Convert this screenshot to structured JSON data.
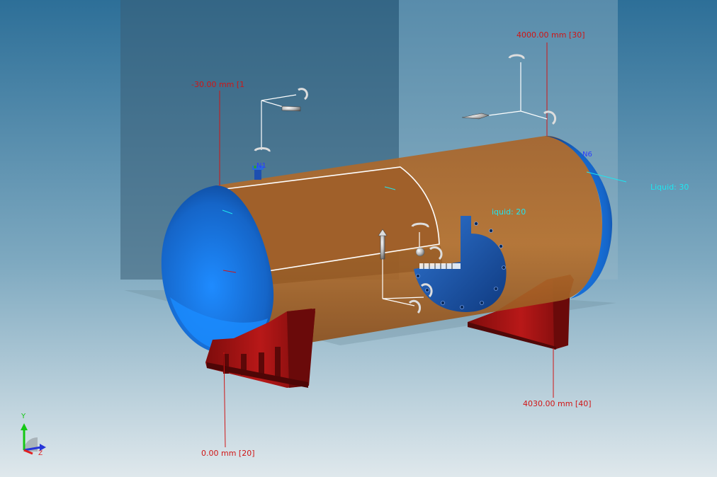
{
  "viewport": {
    "background_top": "#2d6f98",
    "background_bottom": "#dfe8ec"
  },
  "dimensions": {
    "top_left": "-30.00 mm  [1",
    "top_right": "4000.00 mm  [30]",
    "bottom_left": "0.00 mm  [20]",
    "bottom_right": "4030.00 mm  [40]"
  },
  "liquid_labels": {
    "right": "Liquid: 30",
    "middle": "iquid: 20"
  },
  "nozzle_tags": {
    "top_nozzle": "N1",
    "end_nozzle": "N6"
  },
  "axis_triad": {
    "y_label": "Y",
    "z_label": "Z"
  },
  "colors": {
    "shell": "#b06a2a",
    "head": "#1e6fd6",
    "saddle": "#a01212",
    "dimension": "#d01515",
    "liquid": "#1ee6f0"
  },
  "icons": [
    "move-arrow-icon",
    "rotate-arrow-icon",
    "axis-triad-icon"
  ]
}
